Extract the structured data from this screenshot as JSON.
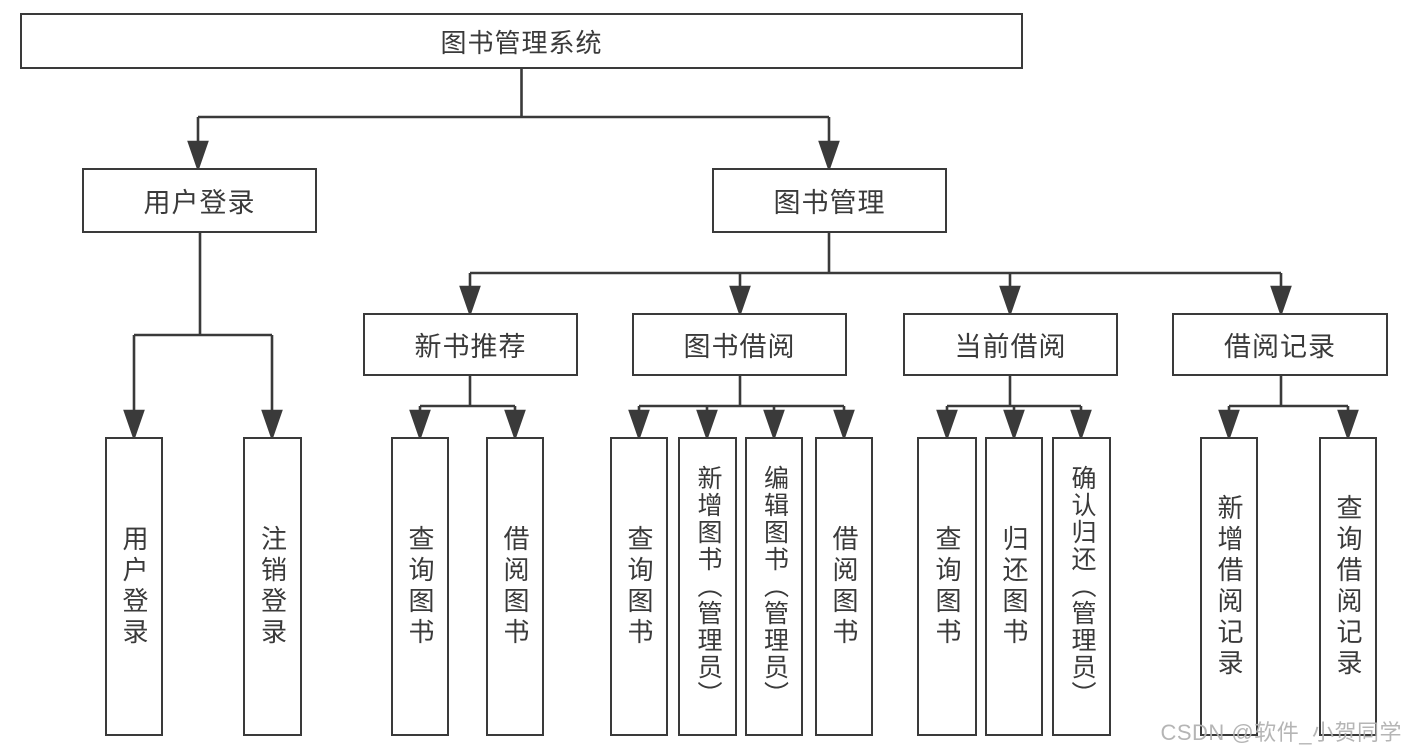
{
  "diagram": {
    "root": {
      "label": "图书管理系统"
    },
    "level2": [
      {
        "label": "用户登录"
      },
      {
        "label": "图书管理"
      }
    ],
    "level3": [
      {
        "label": "新书推荐"
      },
      {
        "label": "图书借阅"
      },
      {
        "label": "当前借阅"
      },
      {
        "label": "借阅记录"
      }
    ],
    "leaves": {
      "user_login": [
        "用户登录",
        "注销登录"
      ],
      "new_book": [
        "查询图书",
        "借阅图书"
      ],
      "book_borrow": [
        "查询图书",
        "新增图书（管理员）",
        "编辑图书（管理员）",
        "借阅图书"
      ],
      "current_borrow": [
        "查询图书",
        "归还图书",
        "确认归还（管理员）"
      ],
      "borrow_record": [
        "新增借阅记录",
        "查询借阅记录"
      ]
    },
    "colors": {
      "line": "#3a3a3a",
      "box_fill": "#ffffff",
      "text": "#3a3a3a",
      "watermark": "#b2b2b2"
    }
  },
  "watermark": {
    "text": "CSDN @软件_小贺同学"
  }
}
